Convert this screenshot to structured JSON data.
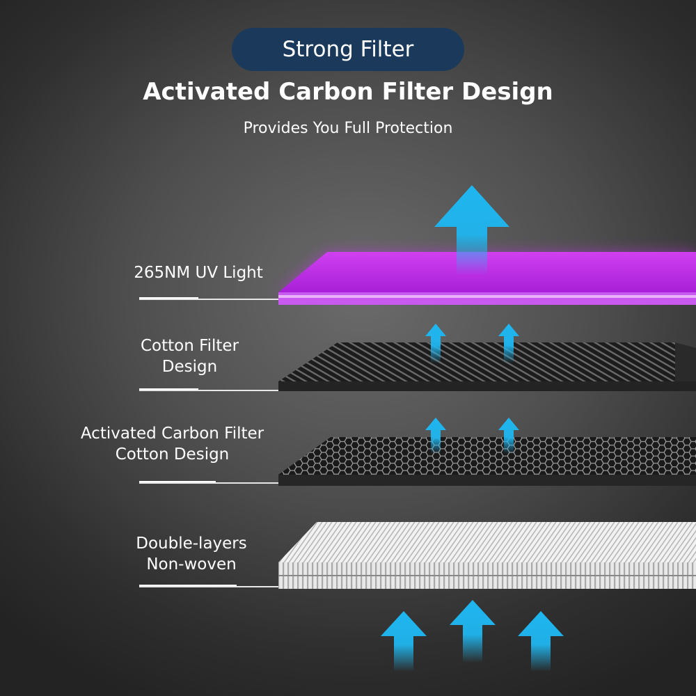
{
  "header": {
    "badge": "Strong Filter",
    "title": "Activated Carbon Filter Design",
    "subtitle": "Provides You Full Protection"
  },
  "layers": [
    {
      "lines": [
        "265NM UV Light"
      ],
      "color": "#c030e8"
    },
    {
      "lines": [
        "Cotton Filter",
        "Design"
      ],
      "color": "#1e1e1e"
    },
    {
      "lines": [
        "Activated Carbon Filter",
        "Cotton Design"
      ],
      "color": "#2a2a2a"
    },
    {
      "lines": [
        "Double-layers",
        "Non-woven"
      ],
      "color": "#e6e6e6"
    }
  ],
  "colors": {
    "arrow": "#1fb6f0",
    "badge_bg": "#1b3a5b",
    "uv": "#c030e8"
  },
  "icons": [
    "airflow-arrow-icon"
  ]
}
